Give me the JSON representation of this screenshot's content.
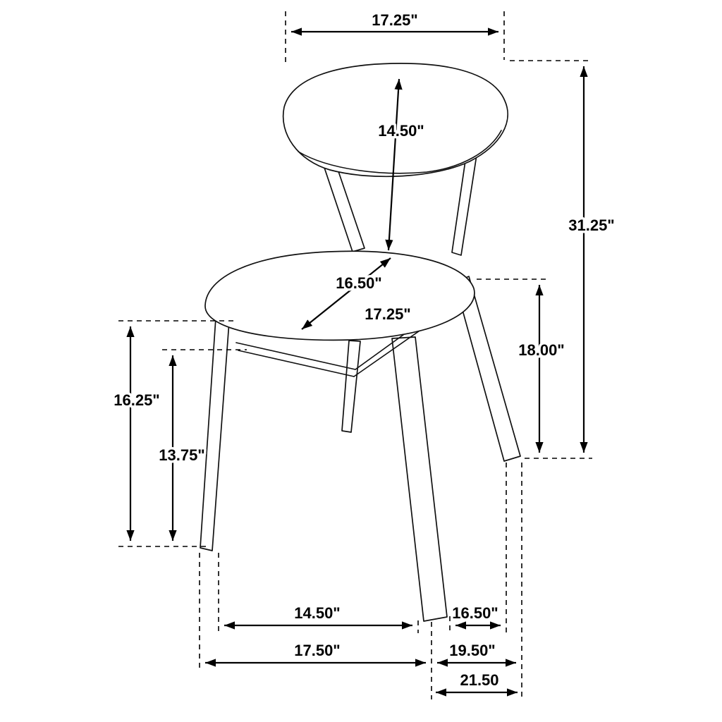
{
  "diagram": {
    "kind": "furniture-dimension-drawing",
    "colors": {
      "ink": "#000000",
      "background": "#ffffff"
    },
    "labels": {
      "top_width": "17.25\"",
      "backrest_height": "14.50\"",
      "overall_height": "31.25\"",
      "seat_height": "18.00\"",
      "seat_depth": "16.50\"",
      "seat_width": "17.25\"",
      "leg_height_outer": "16.25\"",
      "leg_height_inner": "13.75\"",
      "front_leg_span": "14.50\"",
      "side_leg_gap": "16.50\"",
      "base_width": "17.50\"",
      "base_depth": "19.50\"",
      "overall_depth": "21.50"
    }
  }
}
